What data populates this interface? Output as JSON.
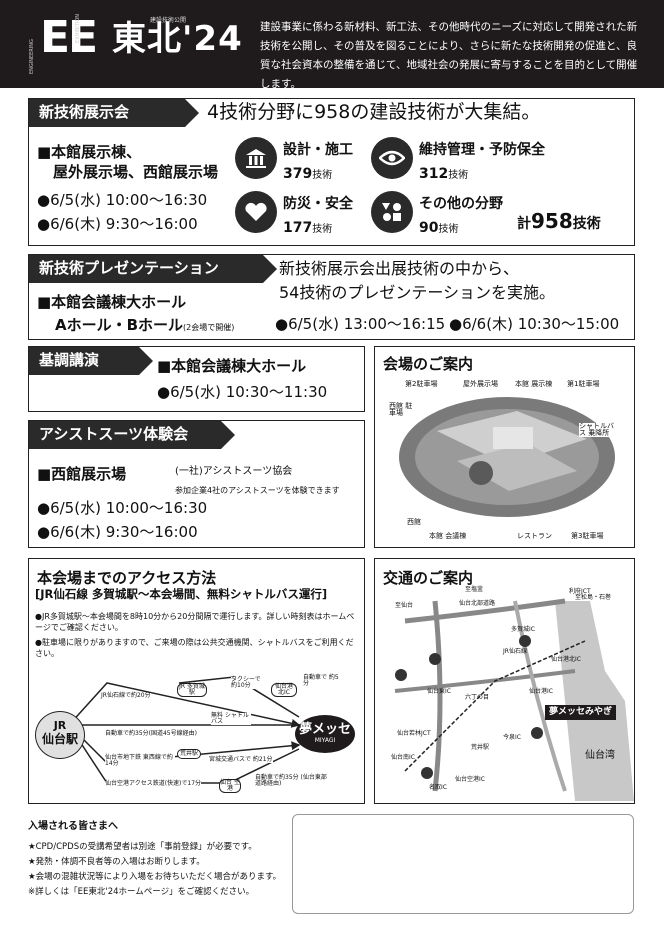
{
  "header": {
    "logo_ee": "EE",
    "logo_name": "東北'24",
    "logo_sub": "建設技術公開",
    "logo_engineering": "ENGINEERING",
    "logo_exhibition": "EXHIBITION",
    "description": "建設事業に係わる新材料、新工法、その他時代のニーズに対応して開発された新技術を公開し、その普及を図ることにより、さらに新たな技術開発の促進と、良質な社会資本の整備を通じて、地域社会の発展に寄与することを目的として開催します。"
  },
  "exhibit": {
    "tag": "新技術展示会",
    "headline": "4技術分野に958の建設技術が大集結。",
    "venue_line1": "■本館展示棟、",
    "venue_line2": "屋外展示場、西館展示場",
    "date1": "●6/5(水) 10:00〜16:30",
    "date2": "●6/6(木) 9:30〜16:00",
    "categories": [
      {
        "label": "設計・施工",
        "count": "379",
        "unit": "技術",
        "icon": "building-icon"
      },
      {
        "label": "維持管理・予防保全",
        "count": "312",
        "unit": "技術",
        "icon": "eye-icon"
      },
      {
        "label": "防災・安全",
        "count": "177",
        "unit": "技術",
        "icon": "heart-icon"
      },
      {
        "label": "その他の分野",
        "count": "90",
        "unit": "技術",
        "icon": "shapes-icon"
      }
    ],
    "total_prefix": "計",
    "total": "958",
    "total_unit": "技術"
  },
  "presentation": {
    "tag": "新技術プレゼンテーション",
    "headline1": "新技術展示会出展技術の中から、",
    "headline2": "54技術のプレゼンテーションを実施。",
    "venue": "■本館会議棟大ホール",
    "hall": "Aホール・Bホール",
    "hall_note": "(2会場で開催)",
    "date1": "●6/5(水) 13:00〜16:15",
    "date2": "●6/6(木) 10:30〜15:00"
  },
  "keynote": {
    "tag": "基調講演",
    "venue": "■本館会議棟大ホール",
    "date": "●6/5(水) 10:30〜11:30"
  },
  "assist": {
    "tag": "アシストスーツ体験会",
    "venue": "■西館展示場",
    "org": "(一社)アシストスーツ協会",
    "note": "参加企業4社のアシストスーツを体験できます",
    "date1": "●6/5(水) 10:00〜16:30",
    "date2": "●6/6(木) 9:30〜16:00"
  },
  "venue_map": {
    "title": "会場のご案内",
    "labels": [
      "第2駐車場",
      "屋外展示場",
      "本館 展示棟",
      "第1駐車場",
      "西館 駐車場",
      "シャトルバス 乗降所",
      "西館",
      "本館 会議棟",
      "レストラン",
      "第3駐車場"
    ]
  },
  "access": {
    "title": "本会場までのアクセス方法",
    "subtitle": "[JR仙石線 多賀城駅〜本会場間、無料シャトルバス運行]",
    "note1": "●JR多賀城駅〜本会場間を8時10分から20分間隔で運行します。詳しい時刻表はホームページでご確認ください。",
    "note2": "●駐車場に限りがありますので、ご来場の際は公共交通機関、シャトルバスをご利用ください。",
    "origin_line1": "JR",
    "origin_line2": "仙台駅",
    "destination": "夢メッセ",
    "destination_sub": "MIYAGI",
    "routes": [
      "JR仙石線で約20分",
      "JR 多賀城駅",
      "無料 シャトルバス",
      "タクシーで 約10分",
      "仙台港 北IC",
      "自動車で 約5分",
      "自動車で約35分(国道45号線経由)",
      "荒井駅",
      "宮城交通バスで 約21分",
      "仙台市地下鉄 東西線で約14分",
      "仙台空港アクセス鉄道(快速)で17分",
      "仙台 空港",
      "自動車で約35分 (仙台東部道路経由)"
    ]
  },
  "traffic_map": {
    "title": "交通のご案内",
    "labels": [
      "仙台北部道路",
      "至塩釜",
      "利府JCT",
      "至松島・石巻",
      "至仙台",
      "仙台港北IC",
      "多賀城IC",
      "JR仙石線",
      "仙台港IC",
      "夢メッセみやぎ",
      "仙台湾",
      "仙台東IC",
      "仙台若林JCT",
      "仙台空港IC",
      "仙台南IC",
      "荒井駅",
      "六丁の目",
      "今泉IC",
      "名取IC"
    ],
    "destination": "夢メッセみやぎ",
    "bay": "仙台湾"
  },
  "notice": {
    "title": "入場される皆さまへ",
    "items": [
      "★CPD/CPDSの受講希望者は別途「事前登録」が必要です。",
      "★発熱・体調不良者等の入場はお断りします。",
      "★会場の混雑状況等により入場をお待ちいただく場合があります。",
      "※詳しくは「EE東北'24ホームページ」をご確認ください。"
    ]
  }
}
